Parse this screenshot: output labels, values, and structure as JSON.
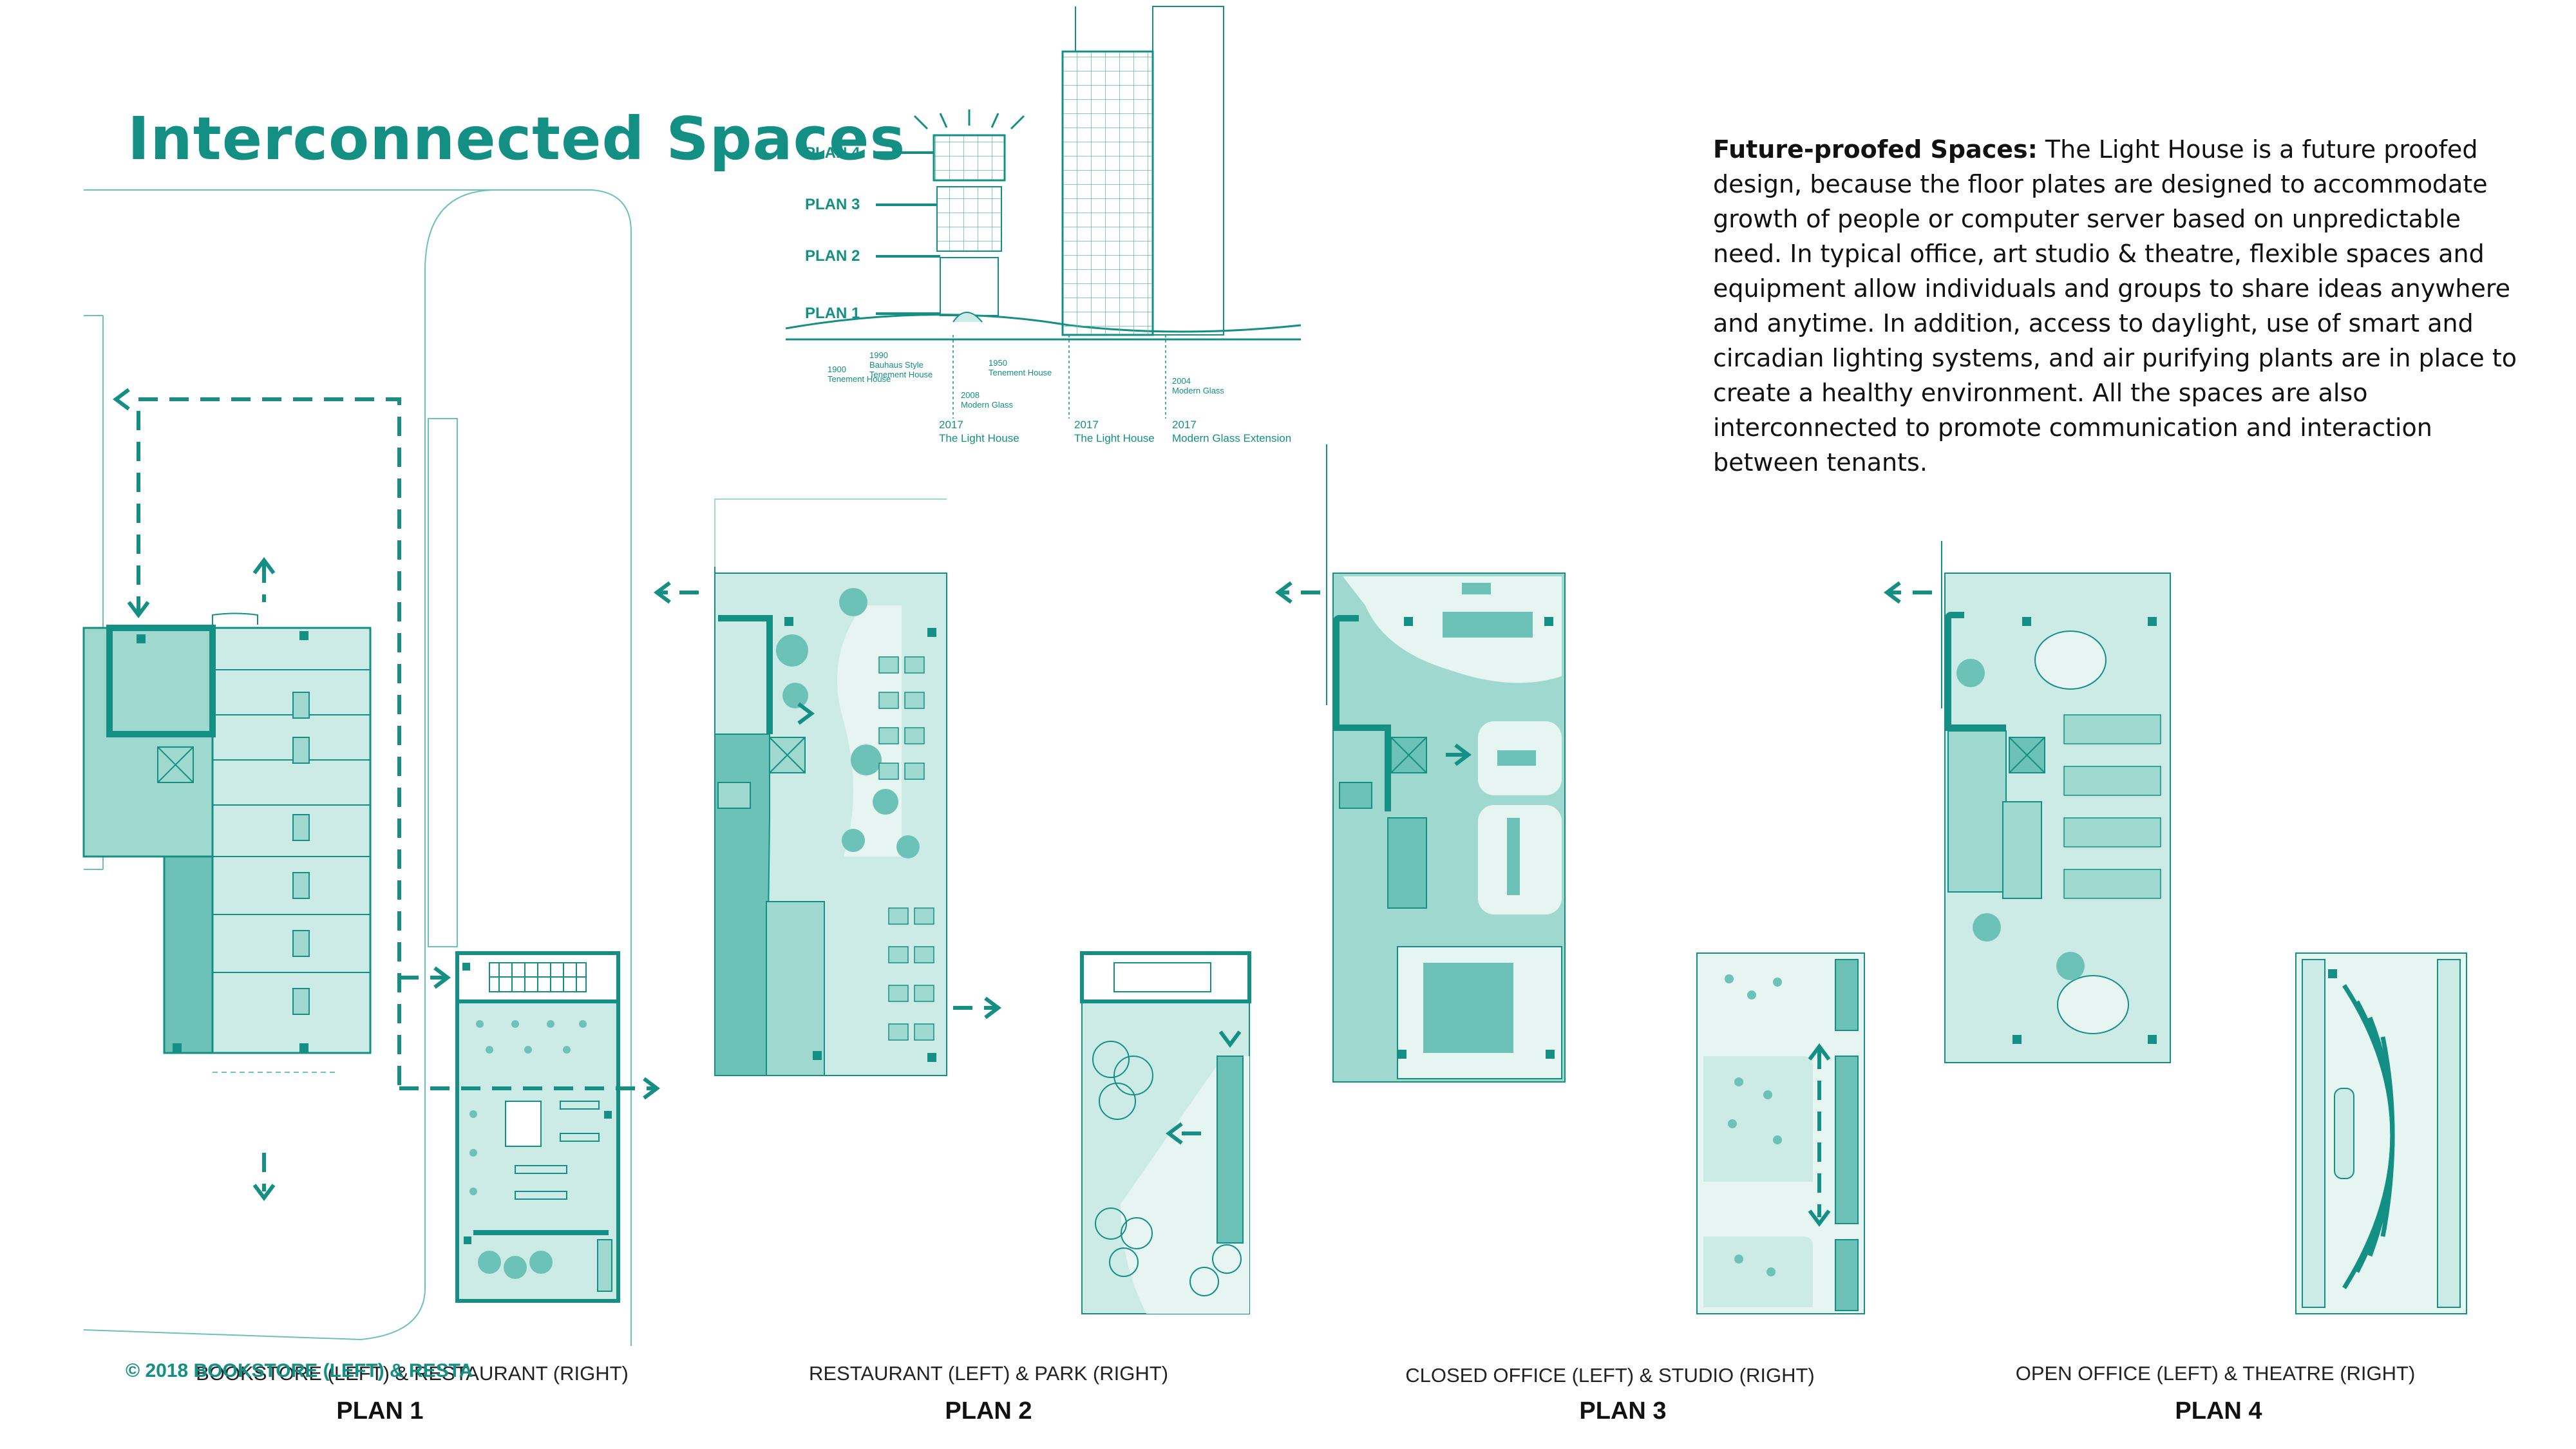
{
  "title": "Interconnected Spaces",
  "description": {
    "heading": "Future-proofed Spaces:",
    "body": " The Light House is a future proofed design, because the floor plates are designed to accommodate growth of people or computer server based on unpredictable need. In typical office, art studio & theatre, flexible spaces and equipment allow individuals and groups to share ideas anywhere and anytime. In addition, access to daylight, use of smart and circadian lighting systems, and air purifying plants are in place to create a healthy environment. All the spaces are also interconnected to promote communication and interaction between tenants."
  },
  "section": {
    "level_labels": [
      "PLAN 4",
      "PLAN 3",
      "PLAN 2",
      "PLAN 1"
    ],
    "annotations": {
      "y1900": "1900",
      "t1900": "Tenement House",
      "y1990": "1990",
      "t1990a": "Bauhaus Style",
      "t1990b": "Tenement House",
      "y1950": "1950",
      "t1950": "Tenement House",
      "y2008": "2008",
      "t2008": "Modern Glass",
      "y2004": "2004",
      "t2004": "Modern Glass",
      "y2017a": "2017",
      "t2017a": "The Light House",
      "y2017b": "2017",
      "t2017b": "The Light House",
      "y2017c": "2017",
      "t2017c": "Modern Glass Extension"
    }
  },
  "plans": [
    {
      "caption": "BOOKSTORE (LEFT) & RESTAURANT (RIGHT)",
      "label": "PLAN 1"
    },
    {
      "caption": "RESTAURANT (LEFT) & PARK (RIGHT)",
      "label": "PLAN 2"
    },
    {
      "caption": "CLOSED OFFICE (LEFT) & STUDIO (RIGHT)",
      "label": "PLAN 3"
    },
    {
      "caption": "OPEN OFFICE (LEFT) & THEATRE (RIGHT)",
      "label": "PLAN 4"
    }
  ],
  "copyright": "© 2018 BOOKSTORE (LEFT) & RESTA",
  "colors": {
    "accent": "#138f84",
    "fill_light": "#cdebe6",
    "fill_mid": "#9fd8cf",
    "fill_dark": "#6cc2b6",
    "line": "#1d9a8e"
  }
}
